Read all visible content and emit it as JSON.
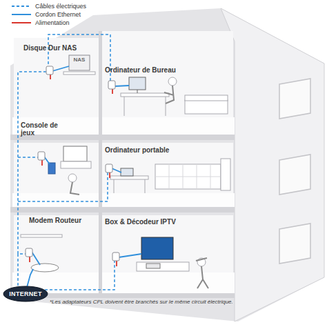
{
  "diagram": {
    "nodes": [
      {
        "text": [
          "INTERNET"
        ]
      }
    ],
    "labels": [
      "Disque Dur NAS",
      "NAS",
      "Ordinateur de Bureau",
      "Console de jeux",
      "Ordinateur portable",
      "Modem Routeur",
      "Box & Décodeur IPTV",
      "*Les adaptateurs CPL doivent être branchés sur le même circuit électrique."
    ],
    "legend": [
      {
        "text": "Câbles électriques"
      },
      {
        "text": "Cordon Ethernet"
      },
      {
        "text": "Alimentation"
      }
    ]
  }
}
